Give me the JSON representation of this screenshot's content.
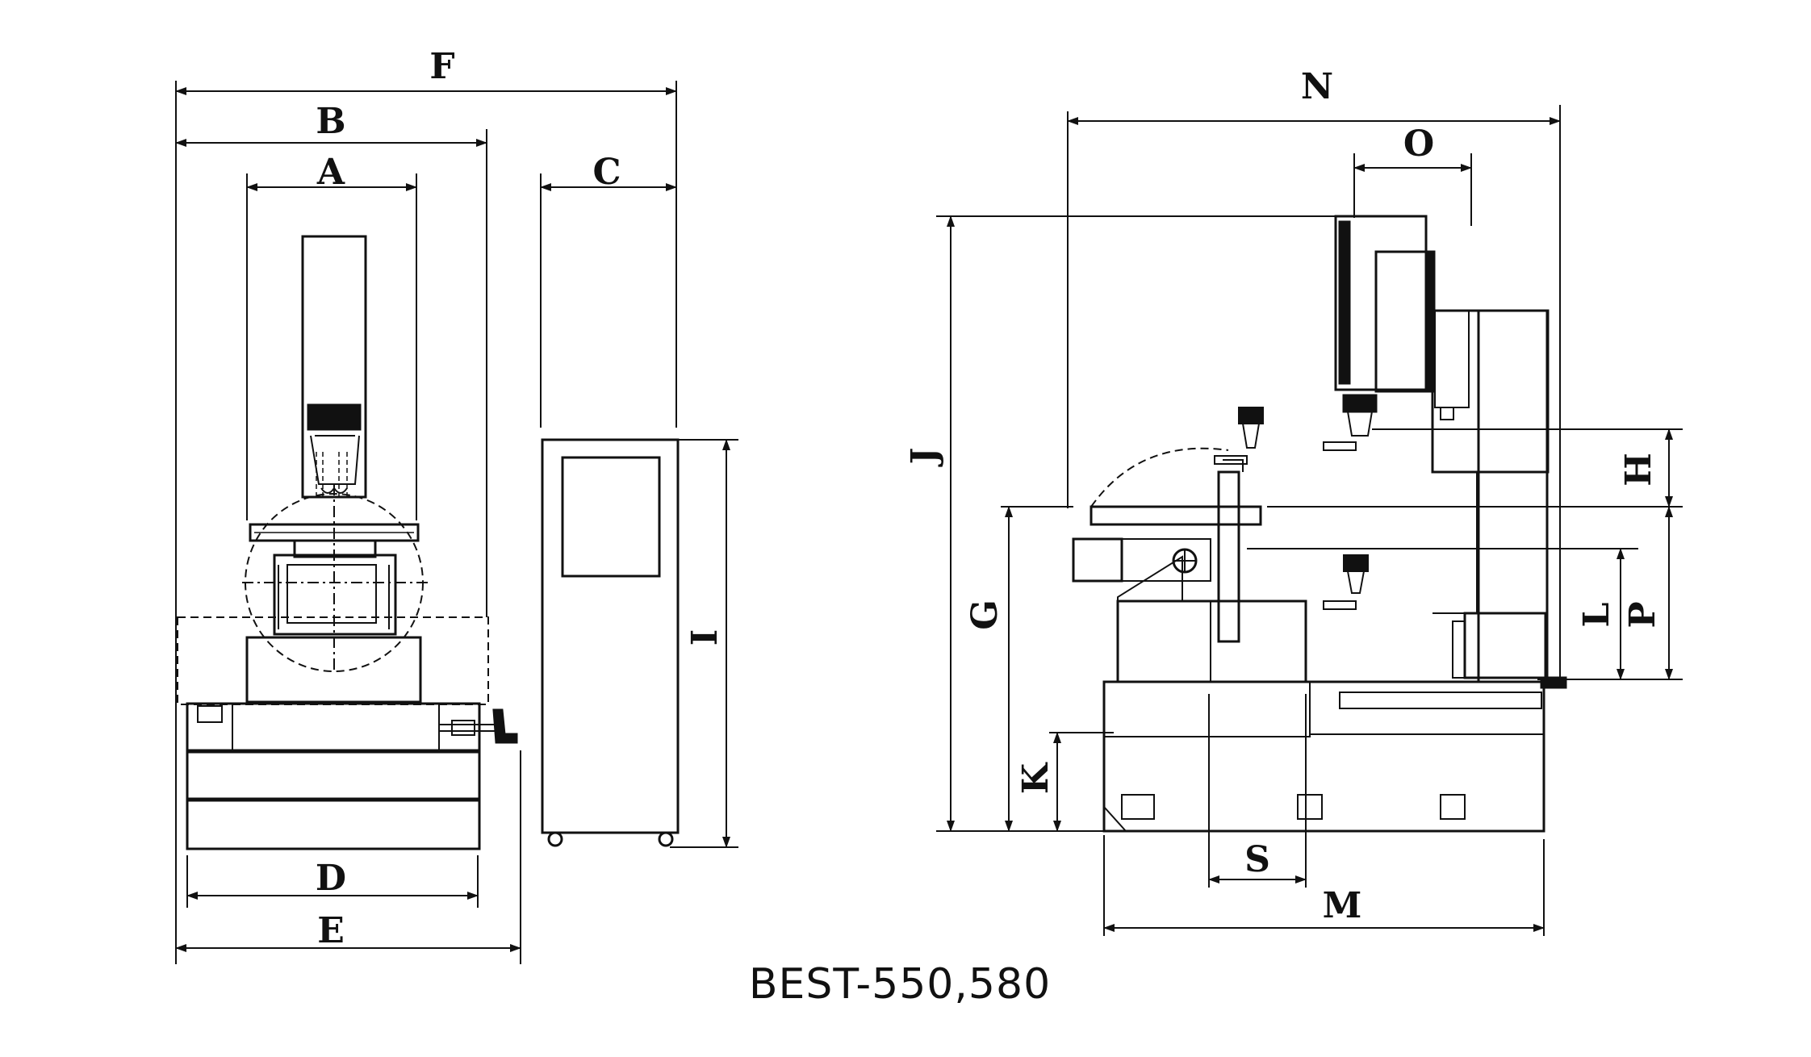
{
  "caption": "BEST-550,580",
  "labels": {
    "A": "A",
    "B": "B",
    "C": "C",
    "D": "D",
    "E": "E",
    "F": "F",
    "G": "G",
    "H": "H",
    "I": "I",
    "J": "J",
    "K": "K",
    "L": "L",
    "M": "M",
    "N": "N",
    "O": "O",
    "P": "P",
    "S": "S"
  },
  "colors": {
    "ink": "#111111",
    "background": "#ffffff"
  }
}
